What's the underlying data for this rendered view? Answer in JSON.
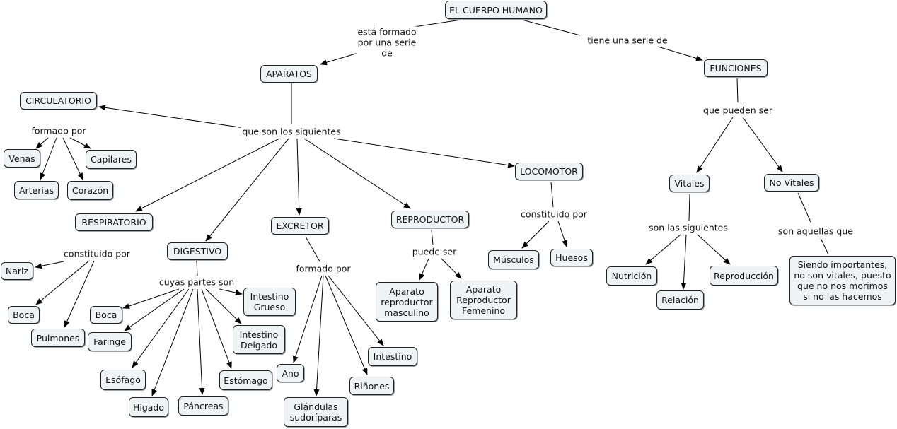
{
  "concepts": {
    "cuerpo": "EL CUERPO HUMANO",
    "aparatos": "APARATOS",
    "funciones": "FUNCIONES",
    "circulatorio": "CIRCULATORIO",
    "venas": "Venas",
    "capilares": "Capilares",
    "arterias": "Arterias",
    "corazon": "Corazón",
    "respiratorio": "RESPIRATORIO",
    "nariz": "Nariz",
    "boca_resp": "Boca",
    "pulmones": "Pulmones",
    "digestivo": "DIGESTIVO",
    "boca_dig": "Boca",
    "faringe": "Faringe",
    "esofago": "Esófago",
    "higado": "Hígado",
    "pancreas": "Páncreas",
    "estomago": "Estómago",
    "intestino_delgado": "Intestino\nDelgado",
    "intestino_grueso": "Intestino\nGrueso",
    "excretor": "EXCRETOR",
    "ano": "Ano",
    "glandulas": "Glándulas\nsudoríparas",
    "rinones": "Riñones",
    "intestino": "Intestino",
    "reproductor": "REPRODUCTOR",
    "rep_masculino": "Aparato\nreproductor\nmasculino",
    "rep_femenino": "Aparato\nReproductor\nFemenino",
    "locomotor": "LOCOMOTOR",
    "musculos": "Músculos",
    "huesos": "Huesos",
    "vitales": "Vitales",
    "no_vitales": "No Vitales",
    "nutricion": "Nutrición",
    "relacion": "Relación",
    "reproduccion": "Reproducción",
    "no_vitales_desc": "Siendo importantes,\nno son vitales, puesto\nque no nos morimos\nsi no las hacemos"
  },
  "links": {
    "formado_serie": "está formado\npor una serie\nde",
    "tiene_serie": "tiene una serie de",
    "siguientes": "que son los siguientes",
    "circ_formado": "formado por",
    "resp_constituido": "constituido por",
    "dig_partes": "cuyas partes son",
    "exc_formado": "formado por",
    "rep_puede": "puede ser",
    "loc_constituido": "constituido por",
    "pueden_ser": "que pueden ser",
    "son_siguientes": "son las siguientes",
    "son_aquellas": "son aquellas que"
  }
}
